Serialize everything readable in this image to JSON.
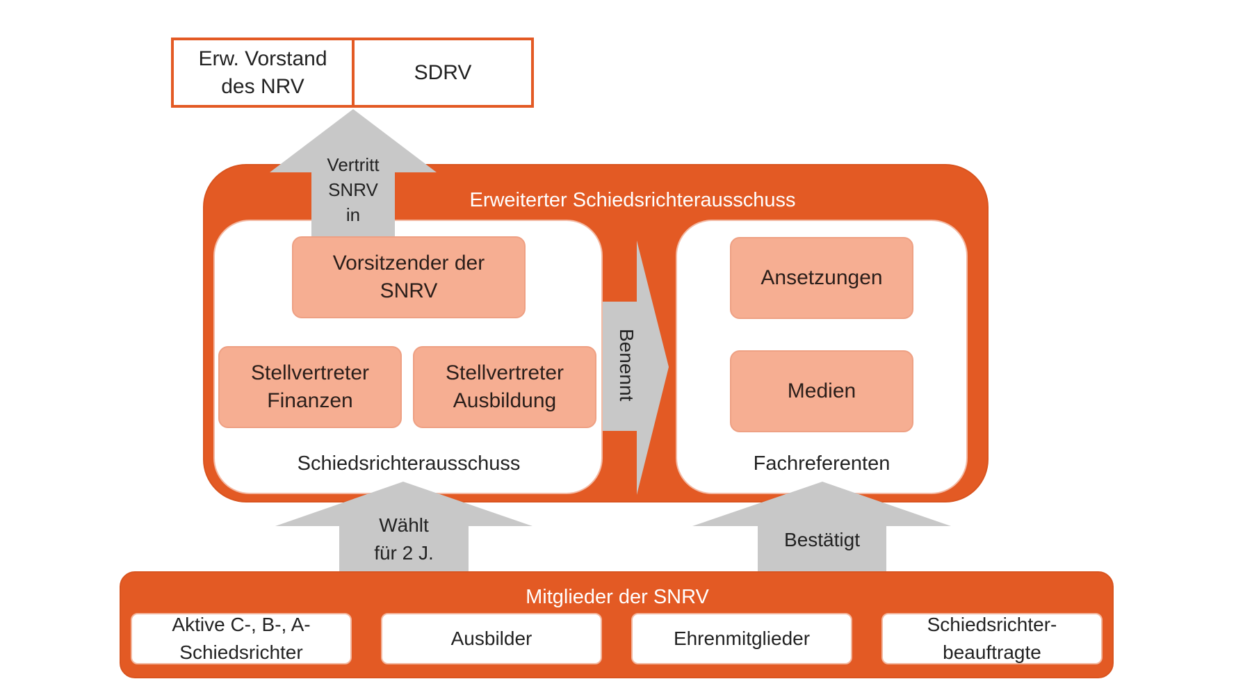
{
  "top_boxes": {
    "vorstand": "Erw. Vorstand\ndes NRV",
    "sdrv": "SDRV"
  },
  "committee": {
    "outer_title": "Erweiterter Schiedsrichterausschuss",
    "left_panel": {
      "label": "Schiedsrichterausschuss",
      "chair": "Vorsitzender der\nSNRV",
      "deputy_finance": "Stellvertreter\nFinanzen",
      "deputy_training": "Stellvertreter\nAusbildung"
    },
    "right_panel": {
      "label": "Fachreferenten",
      "items": [
        "Ansetzungen",
        "Medien"
      ]
    }
  },
  "arrows": {
    "represents": "Vertritt\nSNRV\nin",
    "appoints": "Benennt",
    "elects": "Wählt\nfür 2 J.",
    "confirms": "Bestätigt"
  },
  "members": {
    "title": "Mitglieder der SNRV",
    "groups": [
      "Aktive C-, B-, A-\nSchiedsrichter",
      "Ausbilder",
      "Ehrenmitglieder",
      "Schiedsrichter-\nbeauftragte"
    ]
  },
  "colors": {
    "orange": "#E35A24",
    "salmon": "#F6AE92",
    "arrow_gray": "#C8C8C8"
  }
}
